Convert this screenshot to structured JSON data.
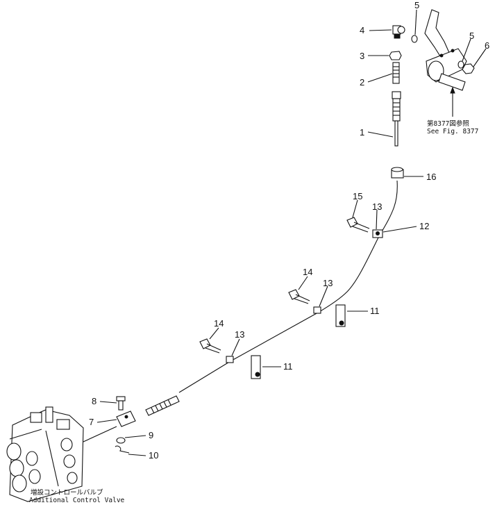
{
  "callouts": [
    "5",
    "4",
    "3",
    "2",
    "1",
    "5",
    "6",
    "16",
    "15",
    "13",
    "12",
    "14",
    "13",
    "11",
    "14",
    "13",
    "11",
    "8",
    "7",
    "9",
    "10"
  ],
  "notes": {
    "see_fig_jp": "第8377図参照",
    "see_fig_en": "See Fig. 8377",
    "valve_jp": "増設コントロールバルブ",
    "valve_en": "Additional Control Valve"
  }
}
